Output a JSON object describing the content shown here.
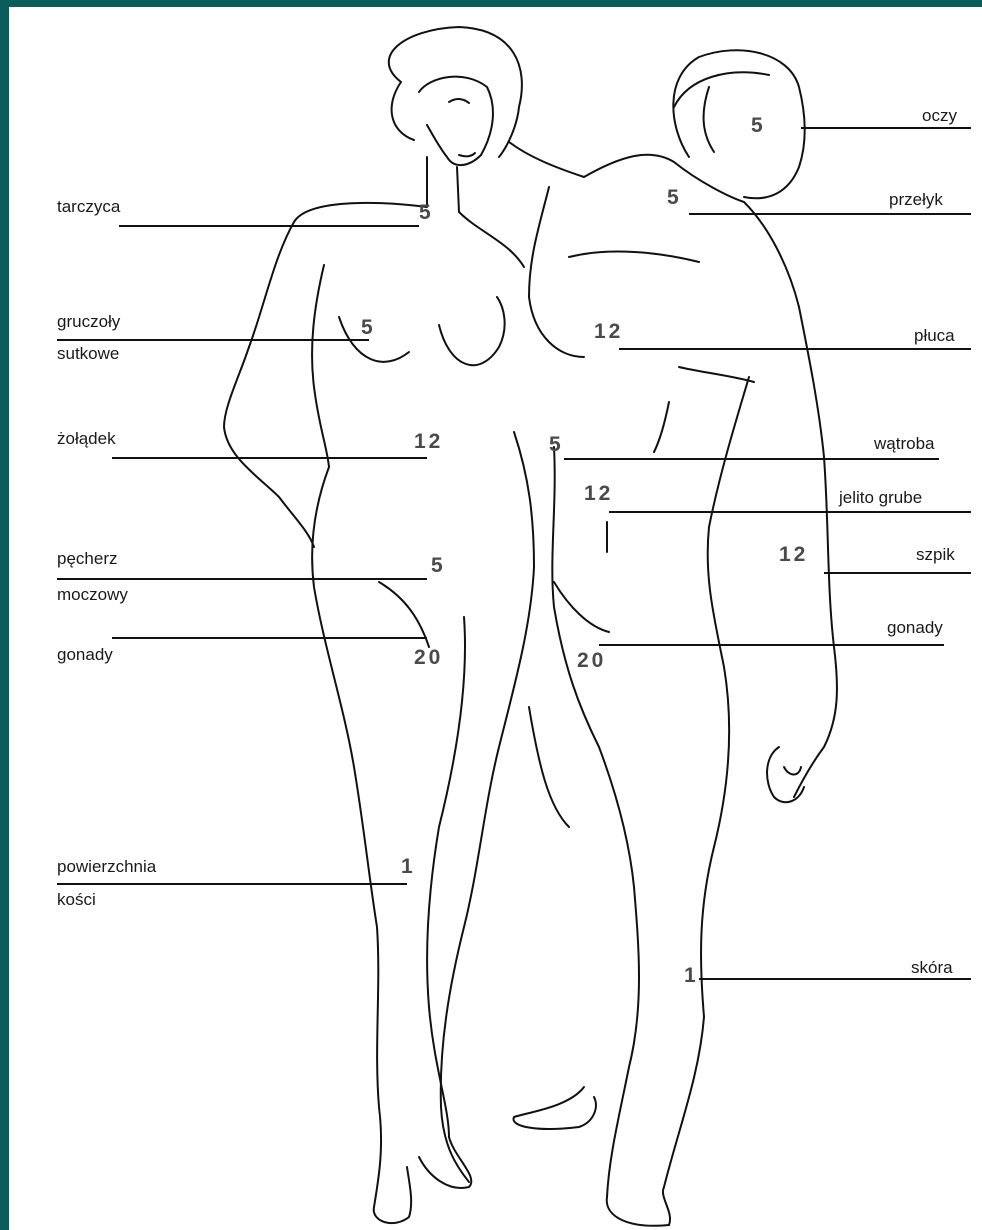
{
  "colors": {
    "background": "#0b5d5b",
    "paper": "#ffffff",
    "ink": "#111111",
    "number": "#4a4a4a"
  },
  "labels": {
    "tarczyca": "tarczyca",
    "gruczoly_1": "gruczoły",
    "gruczoly_2": "sutkowe",
    "zoladek": "żołądek",
    "pecherz_1": "pęcherz",
    "pecherz_2": "moczowy",
    "gonady_left": "gonady",
    "kosci_1": "powierzchnia",
    "kosci_2": "kości",
    "oczy": "oczy",
    "przelyk": "przełyk",
    "pluca": "płuca",
    "watroba": "wątroba",
    "jelito": "jelito grube",
    "szpik": "szpik",
    "gonady_right": "gonady",
    "skora": "skóra"
  },
  "values": {
    "tarczyca": "5",
    "gruczoly": "5",
    "zoladek": "12",
    "pecherz": "5",
    "gonady_female": "20",
    "kosci": "1",
    "oczy": "5",
    "przelyk": "5",
    "pluca": "12",
    "watroba": "5",
    "jelito": "12",
    "szpik": "12",
    "gonady_male": "20",
    "skora": "1"
  }
}
